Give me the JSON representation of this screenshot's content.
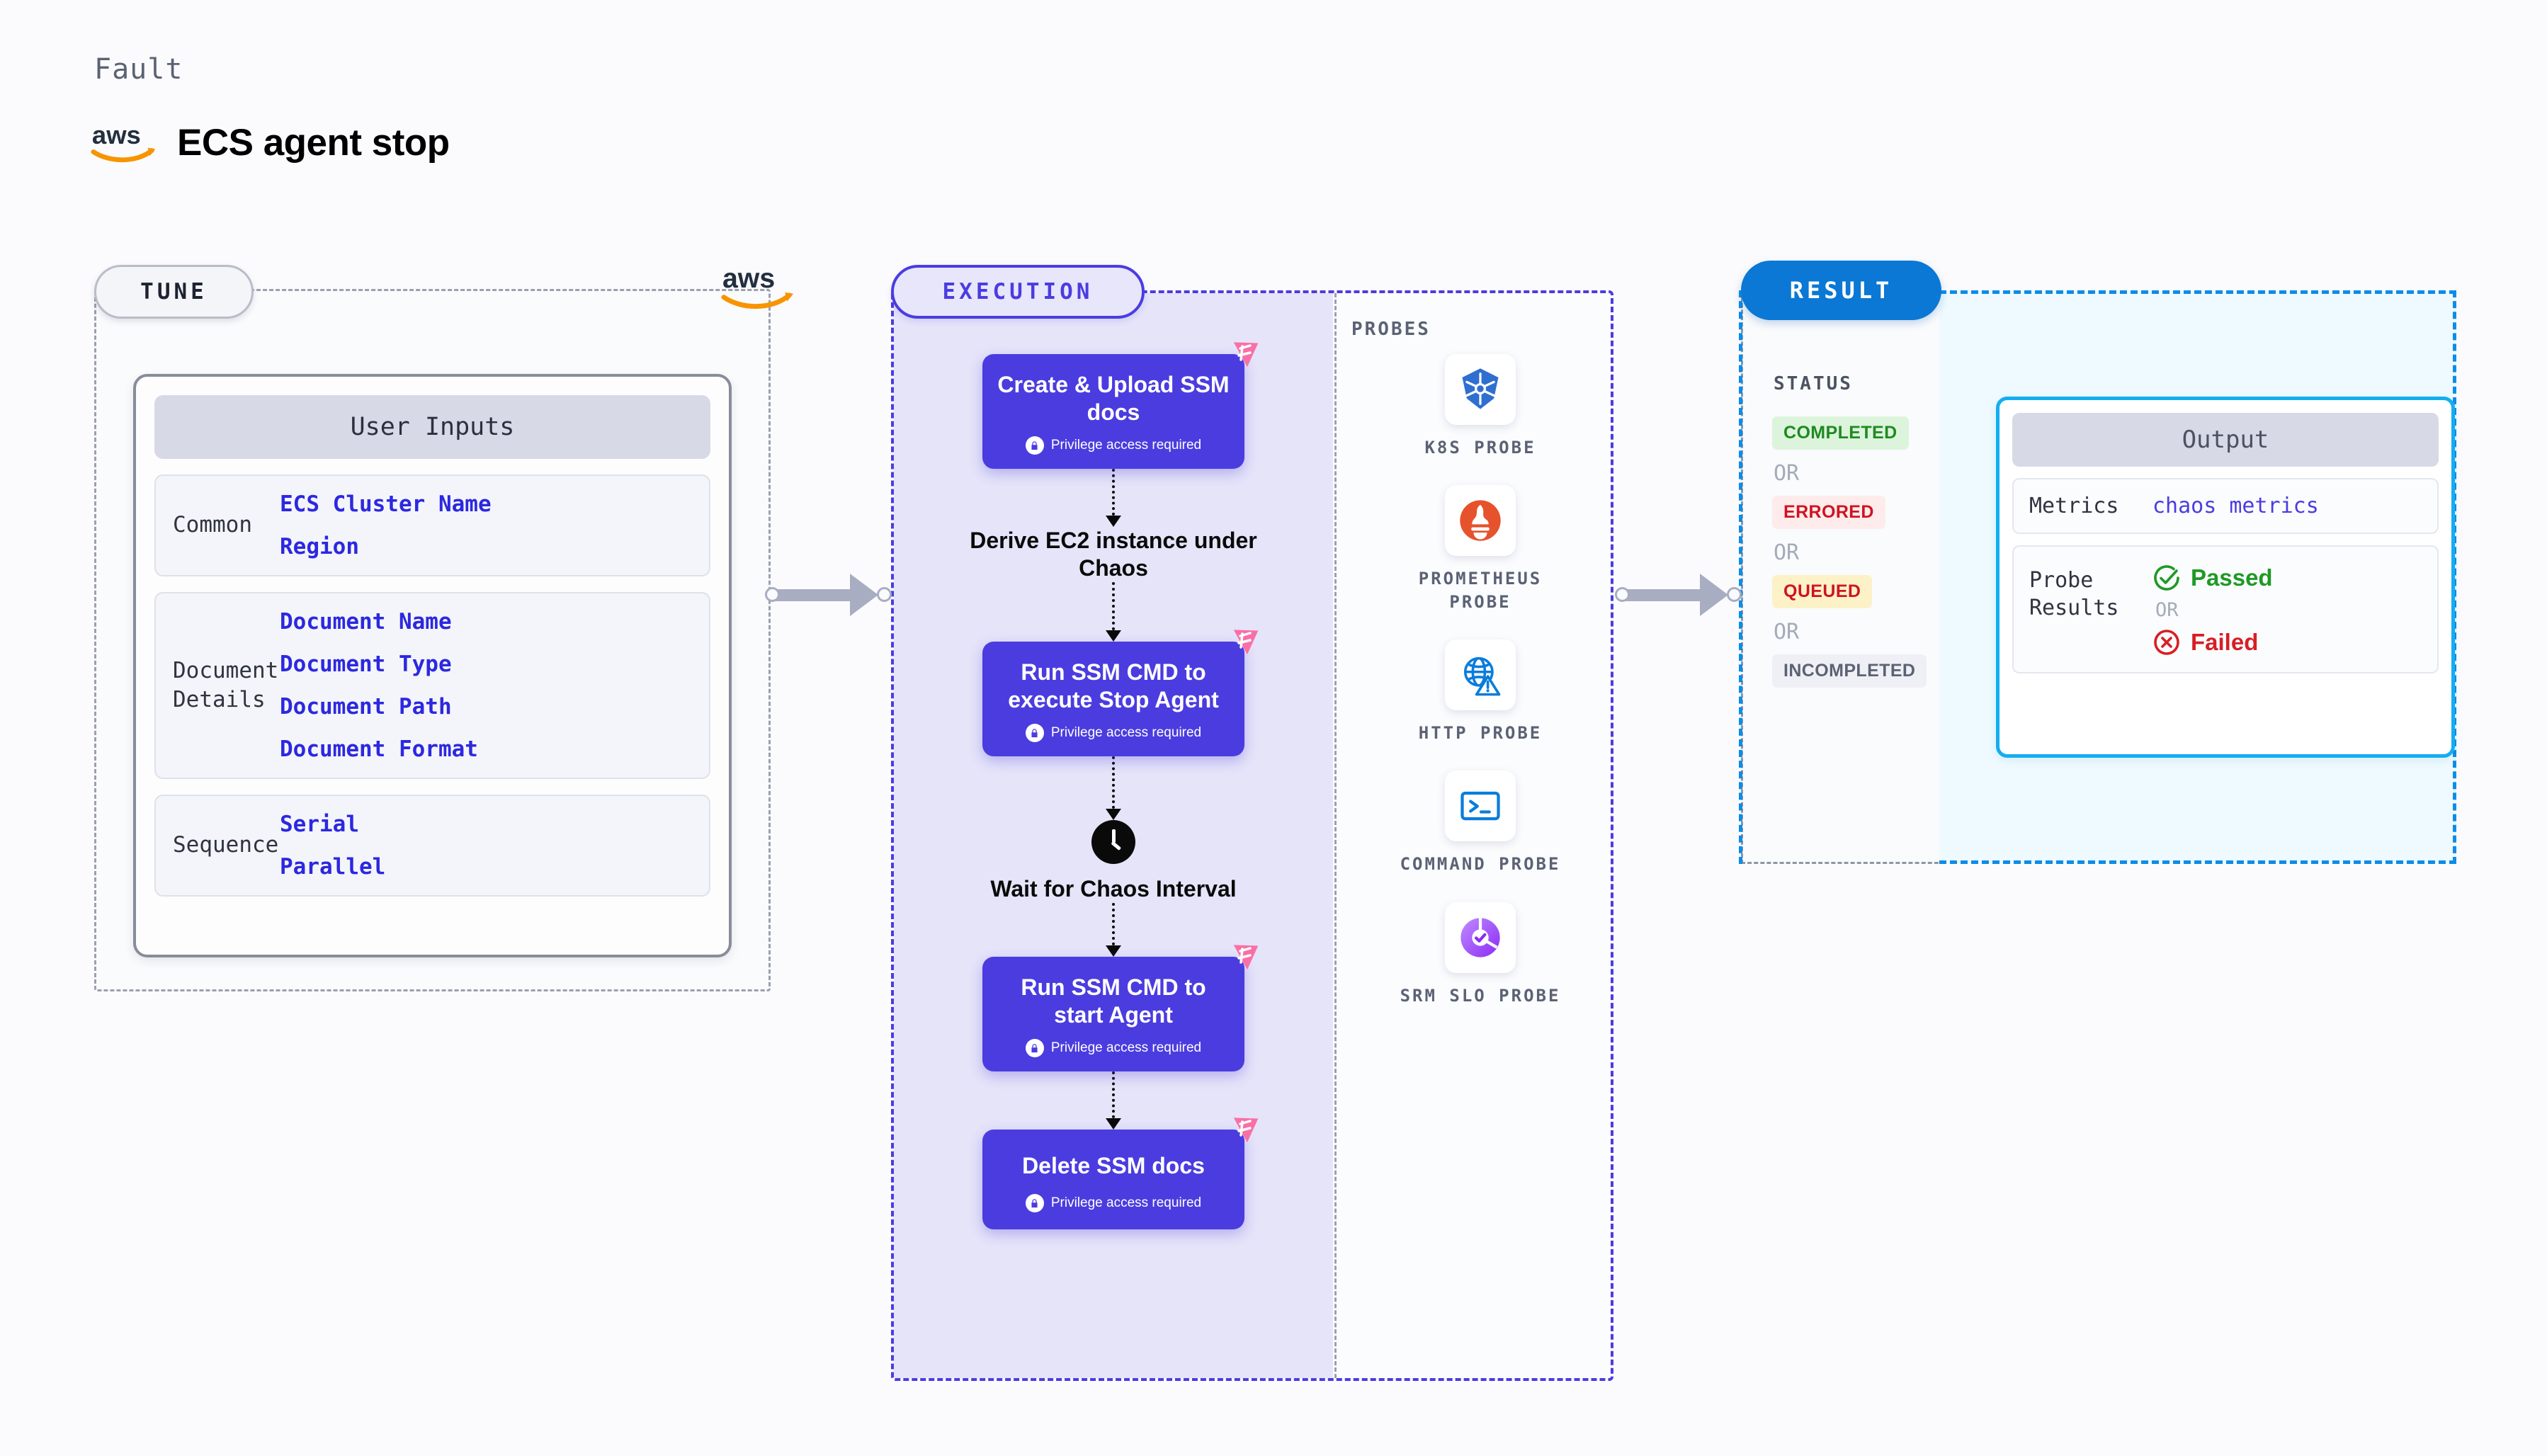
{
  "header": {
    "kicker": "Fault",
    "title": "ECS agent stop",
    "logo": "aws-logo"
  },
  "tune": {
    "pill": "TUNE",
    "card_title": "User Inputs",
    "groups": [
      {
        "label": "Common",
        "values": [
          "ECS Cluster Name",
          "Region"
        ]
      },
      {
        "label": "Document\nDetails",
        "values": [
          "Document Name",
          "Document Type",
          "Document Path",
          "Document Format"
        ]
      },
      {
        "label": "Sequence",
        "values": [
          "Serial",
          "Parallel"
        ]
      }
    ]
  },
  "execution": {
    "pill": "EXECUTION",
    "privilege_note": "Privilege access required",
    "steps": [
      {
        "type": "card",
        "title": "Create & Upload SSM docs",
        "privileged": true,
        "badge": "harness-logo-badge"
      },
      {
        "type": "plain",
        "title": "Derive EC2 instance under Chaos"
      },
      {
        "type": "card",
        "title": "Run SSM CMD to execute Stop Agent",
        "privileged": true,
        "badge": "harness-logo-badge"
      },
      {
        "type": "clock",
        "title": "Wait for Chaos Interval"
      },
      {
        "type": "card",
        "title": "Run SSM CMD to start Agent",
        "privileged": true,
        "badge": "harness-logo-badge"
      },
      {
        "type": "card",
        "title": "Delete SSM docs",
        "privileged": true,
        "badge": "harness-logo-badge"
      }
    ]
  },
  "probes": {
    "label": "PROBES",
    "items": [
      {
        "label": "K8S PROBE",
        "icon": "kubernetes-icon"
      },
      {
        "label": "PROMETHEUS PROBE",
        "icon": "prometheus-icon"
      },
      {
        "label": "HTTP PROBE",
        "icon": "http-globe-icon"
      },
      {
        "label": "COMMAND PROBE",
        "icon": "terminal-icon"
      },
      {
        "label": "SRM SLO PROBE",
        "icon": "srm-slo-icon"
      }
    ]
  },
  "result": {
    "pill": "RESULT",
    "status_label": "STATUS",
    "or_text": "OR",
    "statuses": [
      {
        "label": "COMPLETED",
        "color": "#1f8a21",
        "bg": "#dcf4dc"
      },
      {
        "label": "ERRORED",
        "color": "#cf1322",
        "bg": "#fdeceb"
      },
      {
        "label": "QUEUED",
        "color": "#cf1322",
        "bg": "#fdf1c8"
      },
      {
        "label": "INCOMPLETED",
        "color": "#5b6274",
        "bg": "#eff0f5"
      }
    ],
    "output": {
      "title": "Output",
      "metrics_label": "Metrics",
      "metrics_value": "chaos metrics",
      "probe_results_label": "Probe\nResults",
      "passed": "Passed",
      "failed": "Failed",
      "or_text": "OR"
    }
  },
  "colors": {
    "step_purple": "#4b3ce0",
    "exec_fill": "#e5e4f9",
    "harness_pink": "#f96fa6",
    "result_blue": "#0d8ce8",
    "output_border": "#14adf0",
    "aws_orange": "#f79400"
  }
}
